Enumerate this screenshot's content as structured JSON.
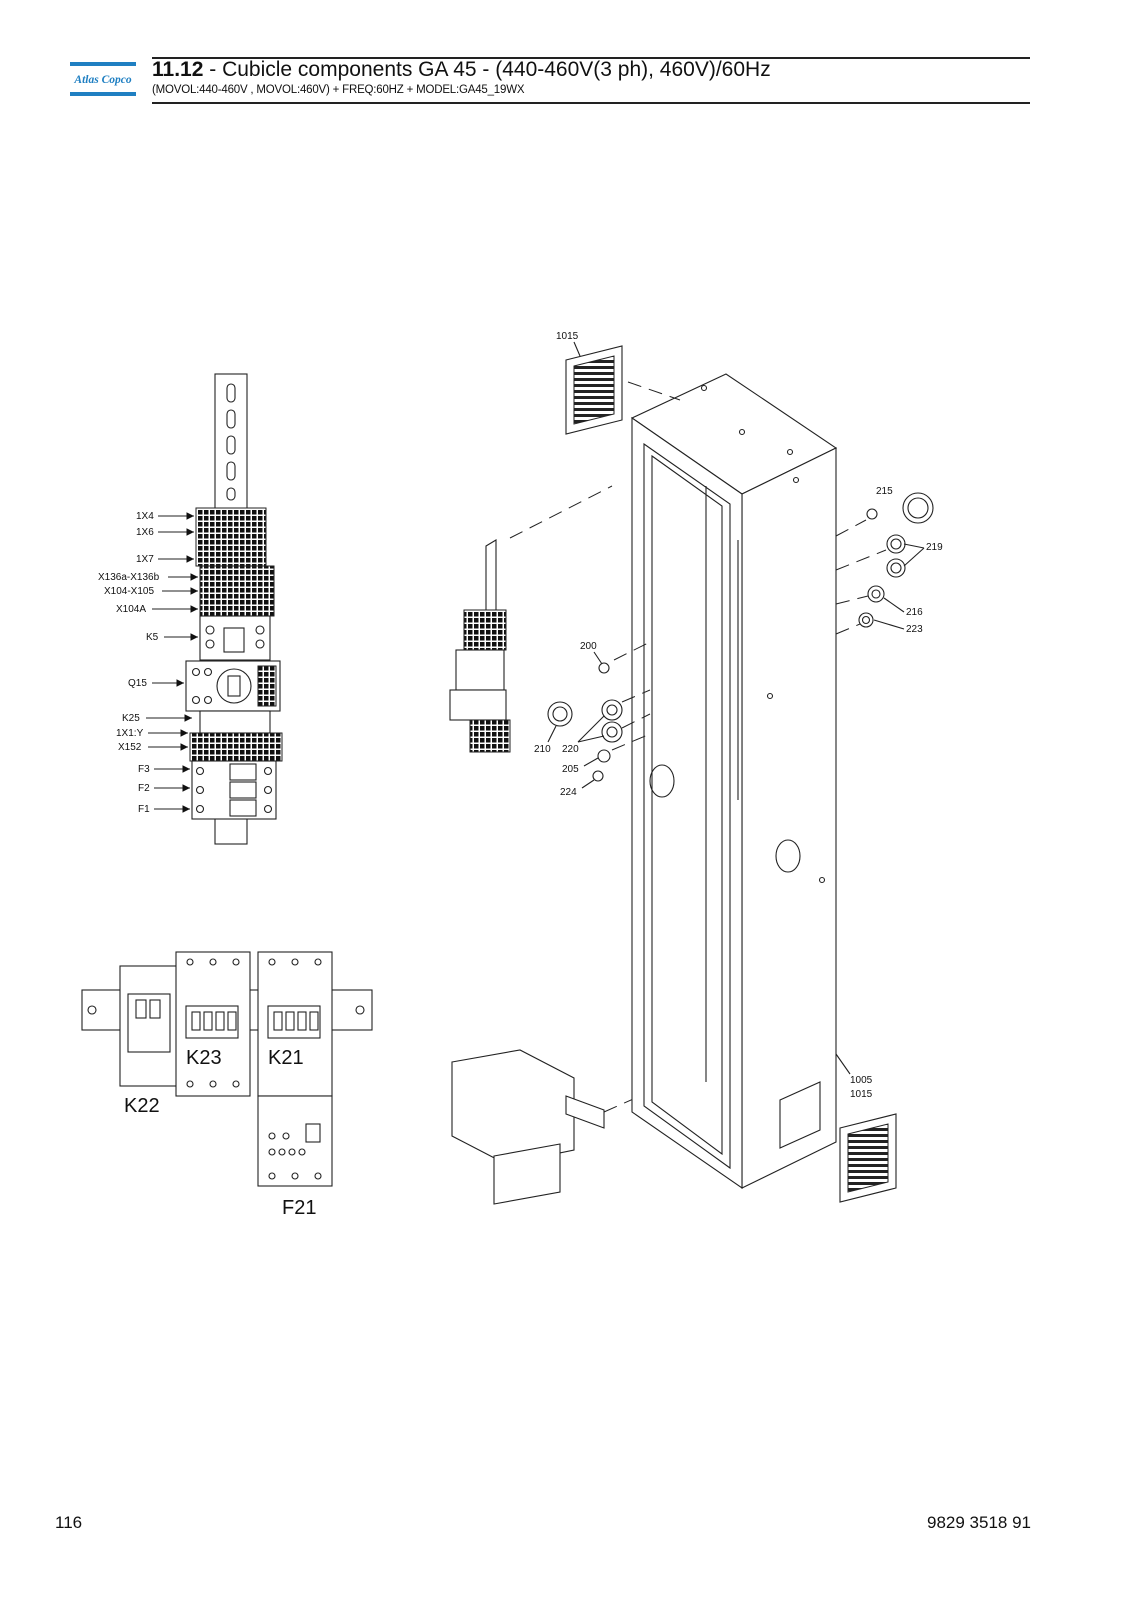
{
  "header": {
    "logo_text": "Atlas Copco",
    "section_number": "11.12",
    "title": " - Cubicle components GA 45 - (440-460V(3 ph), 460V)/60Hz",
    "subtitle": "(MOVOL:440-460V , MOVOL:460V) + FREQ:60HZ + MODEL:GA45_19WX"
  },
  "terminal_labels": [
    "1X4",
    "1X6",
    "1X7",
    "X136a-X136b",
    "X104-X105",
    "X104A",
    "K5",
    "Q15",
    "K25",
    "1X1:Y",
    "X152",
    "F3",
    "F2",
    "F1"
  ],
  "contactor_labels": {
    "k22": "K22",
    "k23": "K23",
    "k21": "K21",
    "f21": "F21"
  },
  "callouts": {
    "c1015_top": "1015",
    "c215": "215",
    "c219": "219",
    "c216": "216",
    "c223": "223",
    "c200": "200",
    "c210": "210",
    "c220": "220",
    "c205": "205",
    "c224": "224",
    "c1005": "1005",
    "c1015_bottom": "1015"
  },
  "footer": {
    "page_number": "116",
    "document_number": "9829 3518 91"
  },
  "colors": {
    "logo_blue": "#1f7fc2"
  }
}
